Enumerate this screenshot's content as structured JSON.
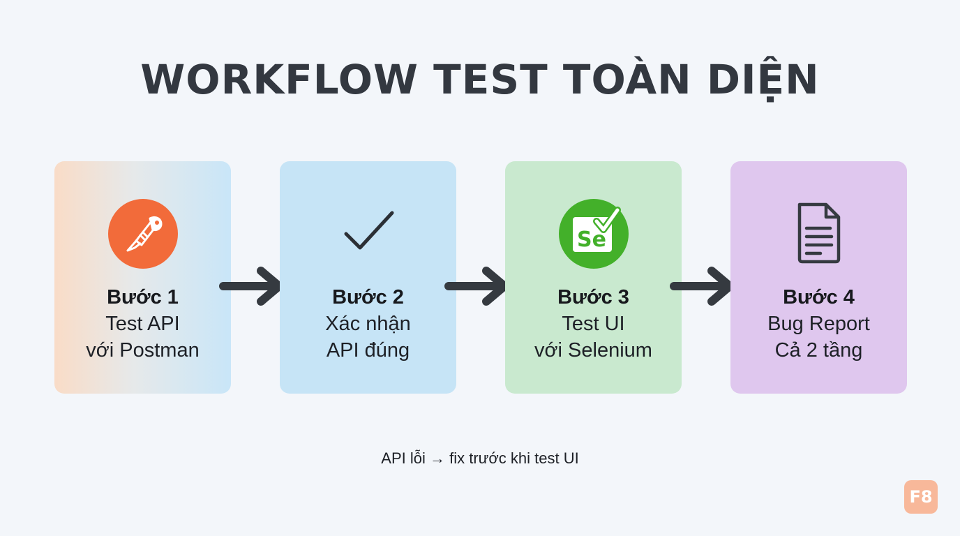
{
  "title": "WORKFLOW TEST TOÀN DIỆN",
  "steps": [
    {
      "label": "Bước 1",
      "lines": [
        "Test API",
        "với Postman"
      ],
      "icon": "postman-icon",
      "color": "#f9dcc7"
    },
    {
      "label": "Bước 2",
      "lines": [
        "Xác nhận",
        "API đúng"
      ],
      "icon": "checkmark-icon",
      "color": "#c6e4f6"
    },
    {
      "label": "Bước 3",
      "lines": [
        "Test UI",
        "với Selenium"
      ],
      "icon": "selenium-icon",
      "color": "#c9e9cf"
    },
    {
      "label": "Bước 4",
      "lines": [
        "Bug Report",
        "Cả 2 tầng"
      ],
      "icon": "document-icon",
      "color": "#dfc7ee"
    }
  ],
  "selenium_icon_text": "Se",
  "caption": "API lỗi → fix trước khi test UI",
  "logo_text": "F8",
  "colors": {
    "title": "#333840",
    "arrow": "#353a40",
    "postman": "#f26b3a",
    "selenium": "#43b02a",
    "logo": "#f8b89a"
  }
}
